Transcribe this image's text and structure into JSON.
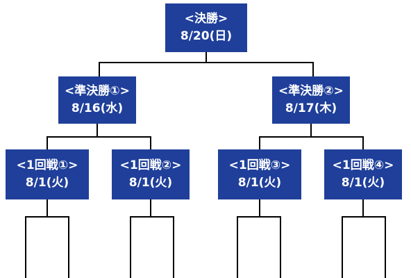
{
  "matches": {
    "final": {
      "title": "<決勝>",
      "date": "8/20(日)"
    },
    "semi_1": {
      "title": "<準決勝①>",
      "date": "8/16(水)"
    },
    "semi_2": {
      "title": "<準決勝②>",
      "date": "8/17(木)"
    },
    "round1_1": {
      "title": "<1回戦①>",
      "date": "8/1(火)"
    },
    "round1_2": {
      "title": "<1回戦②>",
      "date": "8/1(火)"
    },
    "round1_3": {
      "title": "<1回戦③>",
      "date": "8/1(火)"
    },
    "round1_4": {
      "title": "<1回戦④>",
      "date": "8/1(火)"
    }
  },
  "colors": {
    "box_fill": "#1f3f9a",
    "box_text": "#ffffff",
    "line": "#000000"
  }
}
